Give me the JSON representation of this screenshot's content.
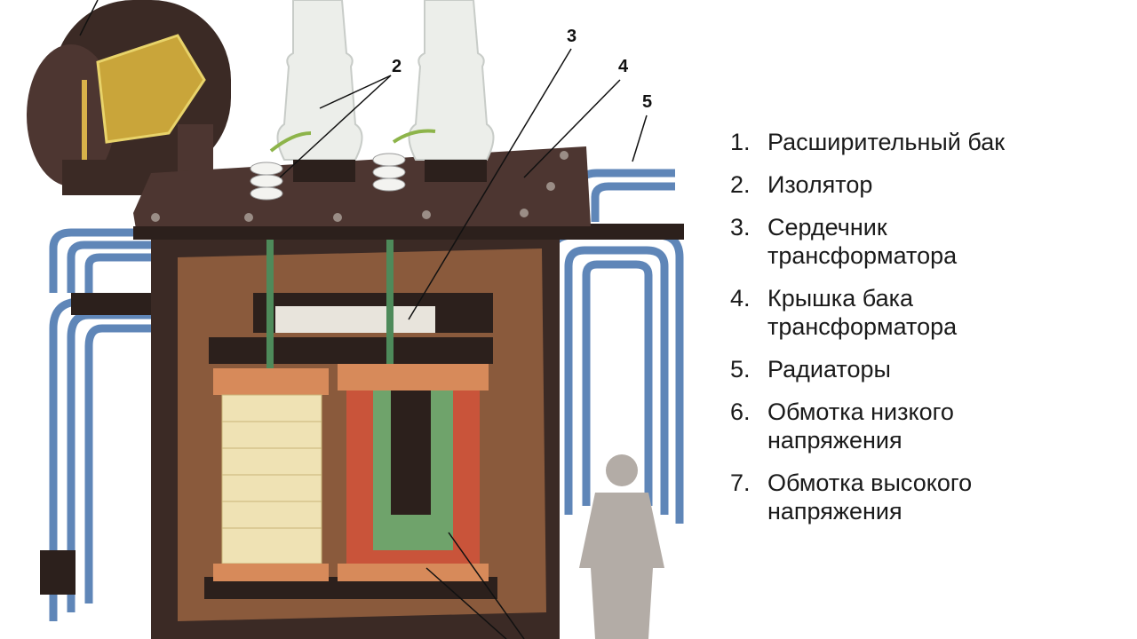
{
  "callouts": {
    "c2": "2",
    "c3": "3",
    "c4": "4",
    "c5": "5"
  },
  "legend": [
    {
      "num": "1.",
      "text": "Расширительный бак"
    },
    {
      "num": "2.",
      "text": "Изолятор"
    },
    {
      "num": "3.",
      "text": "Сердечник\nтрансформатора"
    },
    {
      "num": "4.",
      "text": "Крышка бака\nтрансформатора"
    },
    {
      "num": "5.",
      "text": "Радиаторы"
    },
    {
      "num": "6.",
      "text": "Обмотка низкого\nнапряжения"
    },
    {
      "num": "7.",
      "text": "Обмотка высокого\nнапряжения"
    }
  ],
  "colors": {
    "tank": "#3b2a25",
    "cover": "#4d3631",
    "radiator": "#5f86b8",
    "oil": "#8a5a3c",
    "coil_low": "#efe2b4",
    "coil_high": "#c9543a",
    "person": "#b3aca6"
  }
}
